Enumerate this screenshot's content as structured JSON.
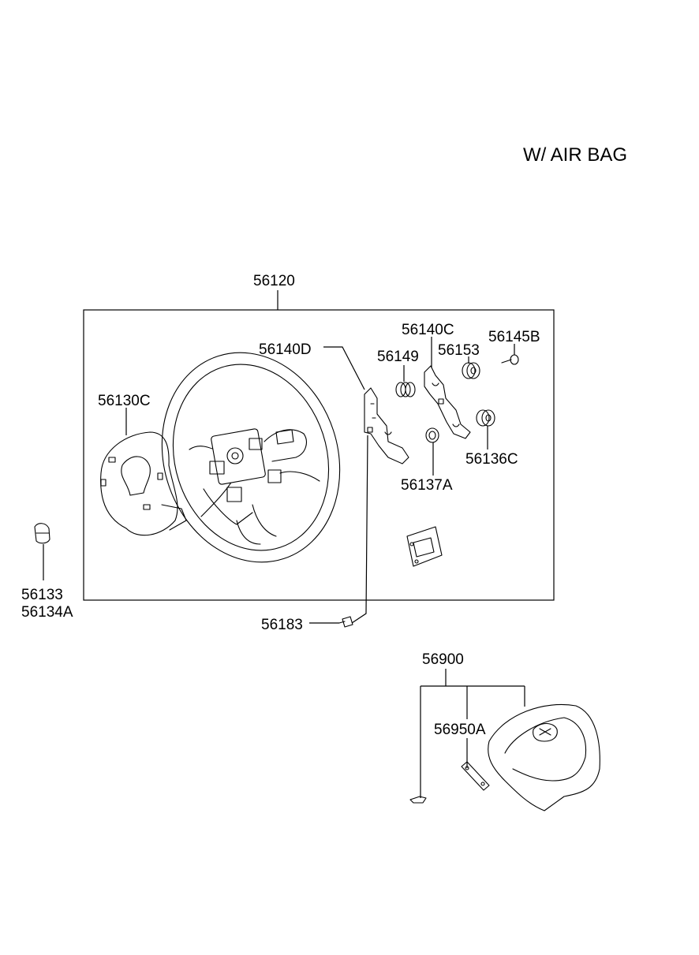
{
  "title": "W/ AIR BAG",
  "parts": {
    "assembly": "56120",
    "cover": "56130C",
    "button_a": "56133",
    "button_b": "56134A",
    "switch_left": "56140D",
    "switch_right": "56140C",
    "spring": "56149",
    "nut": "56153",
    "screw": "56145B",
    "bushing": "56136C",
    "clip": "56137A",
    "bolt": "56183",
    "airbag_module": "56900",
    "airbag_bracket": "56950A"
  }
}
